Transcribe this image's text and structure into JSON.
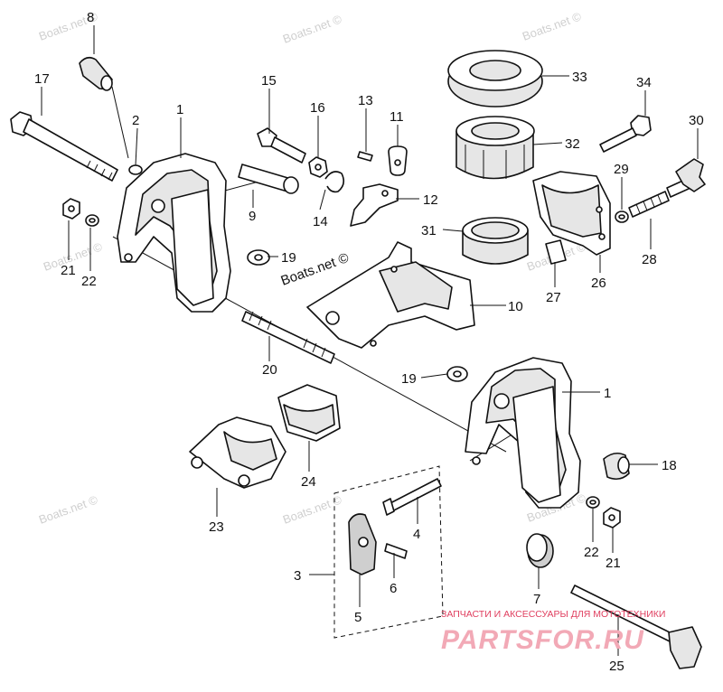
{
  "watermark": "Boats.net ©",
  "watermark_center": "Boats.net ©",
  "brand": {
    "tagline": "ЗАПЧАСТИ И АКСЕССУАРЫ ДЛЯ МОТОТЕХНИКИ",
    "logo_text": "PARTSFOR.RU",
    "color": "#e04060"
  },
  "callouts": {
    "c1a": "1",
    "c1b": "1",
    "c2": "2",
    "c3": "3",
    "c4": "4",
    "c5": "5",
    "c6": "6",
    "c7": "7",
    "c8": "8",
    "c9": "9",
    "c10": "10",
    "c11": "11",
    "c12": "12",
    "c13": "13",
    "c14": "14",
    "c15": "15",
    "c16": "16",
    "c17": "17",
    "c18": "18",
    "c19a": "19",
    "c19b": "19",
    "c20": "20",
    "c21a": "21",
    "c21b": "21",
    "c22a": "22",
    "c22b": "22",
    "c23": "23",
    "c24": "24",
    "c25": "25",
    "c26": "26",
    "c27": "27",
    "c28": "28",
    "c29": "29",
    "c30": "30",
    "c31": "31",
    "c32": "32",
    "c33": "33",
    "c34": "34"
  }
}
